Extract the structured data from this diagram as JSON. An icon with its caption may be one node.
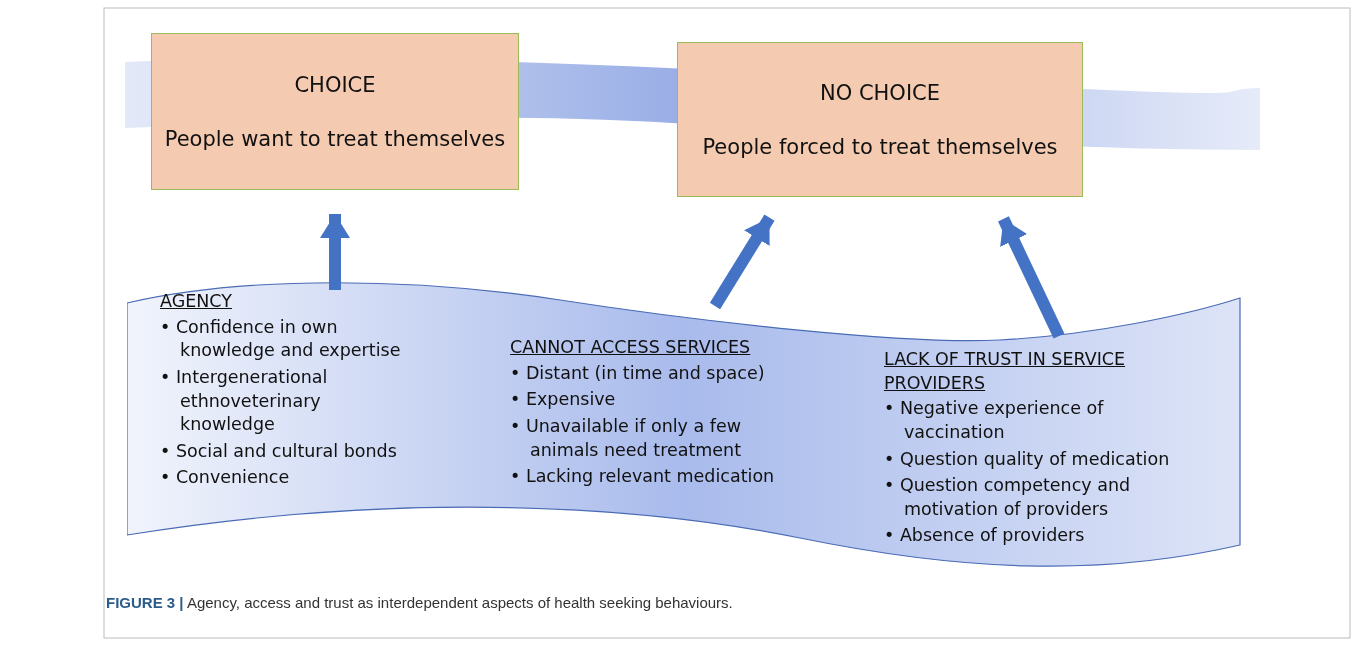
{
  "diagram": {
    "caption": "**FIGURE 3 |** Agency, access and trust as interdependent aspects of health seeking behaviours.",
    "nodes": [
      {
        "text": [
          "CHOICE",
          "People want to treat themselves"
        ]
      },
      {
        "text": [
          "NO CHOICE",
          "People forced to treat themselves"
        ]
      },
      {
        "text": [],
        "shape": "band"
      },
      {
        "text": [
          "AGENCY",
          "• Confidence in own knowledge and expertise",
          "• Intergenerational ethnoveterinary knowledge",
          "• Social and cultural bonds",
          "• Convenience"
        ],
        "in": 2
      },
      {
        "text": [
          "CANNOT ACCESS SERVICES",
          "• Distant (in time and space)",
          "• Expensive",
          "• Unavailable if only a few animals need treatment",
          "• Lacking relevant medication"
        ],
        "in": 2
      },
      {
        "text": [
          "LACK OF TRUST IN SERVICE PROVIDERS",
          "• Negative experience of vaccination",
          "• Question quality of medication",
          "• Question competency and motivation of providers",
          "• Absence of providers"
        ],
        "in": 2
      }
    ],
    "edges": [
      {
        "from": 3,
        "to": 0,
        "arrow": "to"
      },
      {
        "from": 4,
        "to": 1,
        "arrow": "to"
      },
      {
        "from": 5,
        "to": 1,
        "arrow": "to"
      }
    ]
  }
}
